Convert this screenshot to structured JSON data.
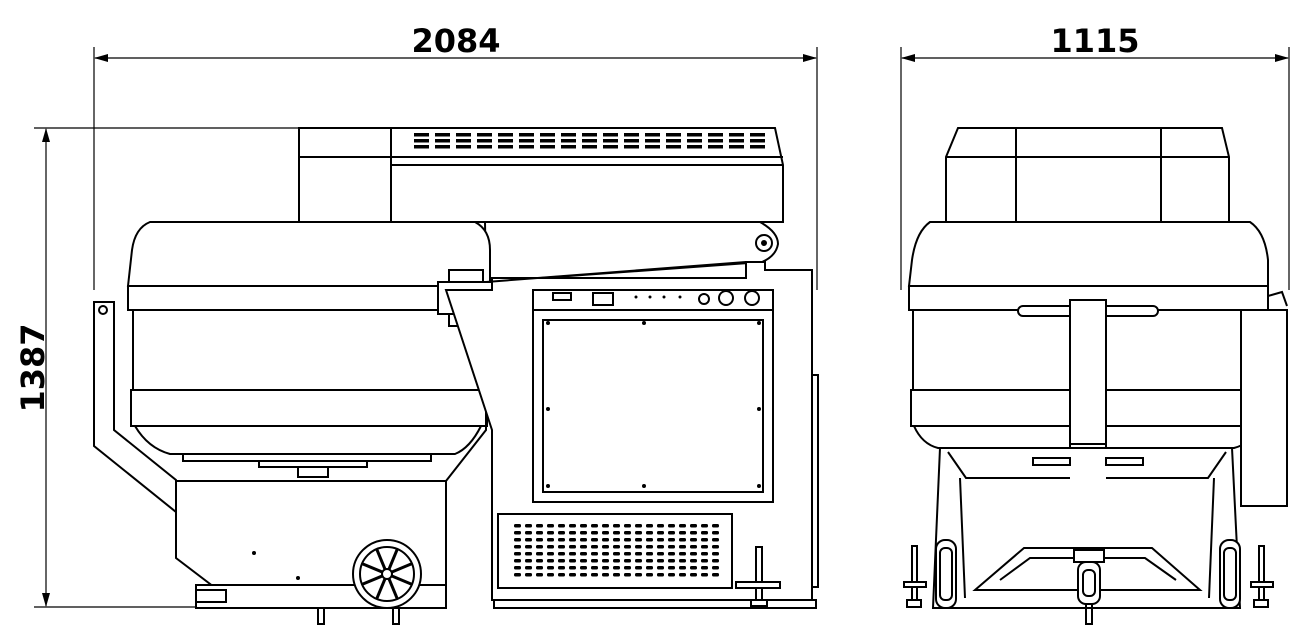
{
  "dimensions": {
    "side_width": "2084",
    "front_width": "1115",
    "height": "1387"
  },
  "colors": {
    "line": "#000000",
    "background": "#ffffff"
  }
}
